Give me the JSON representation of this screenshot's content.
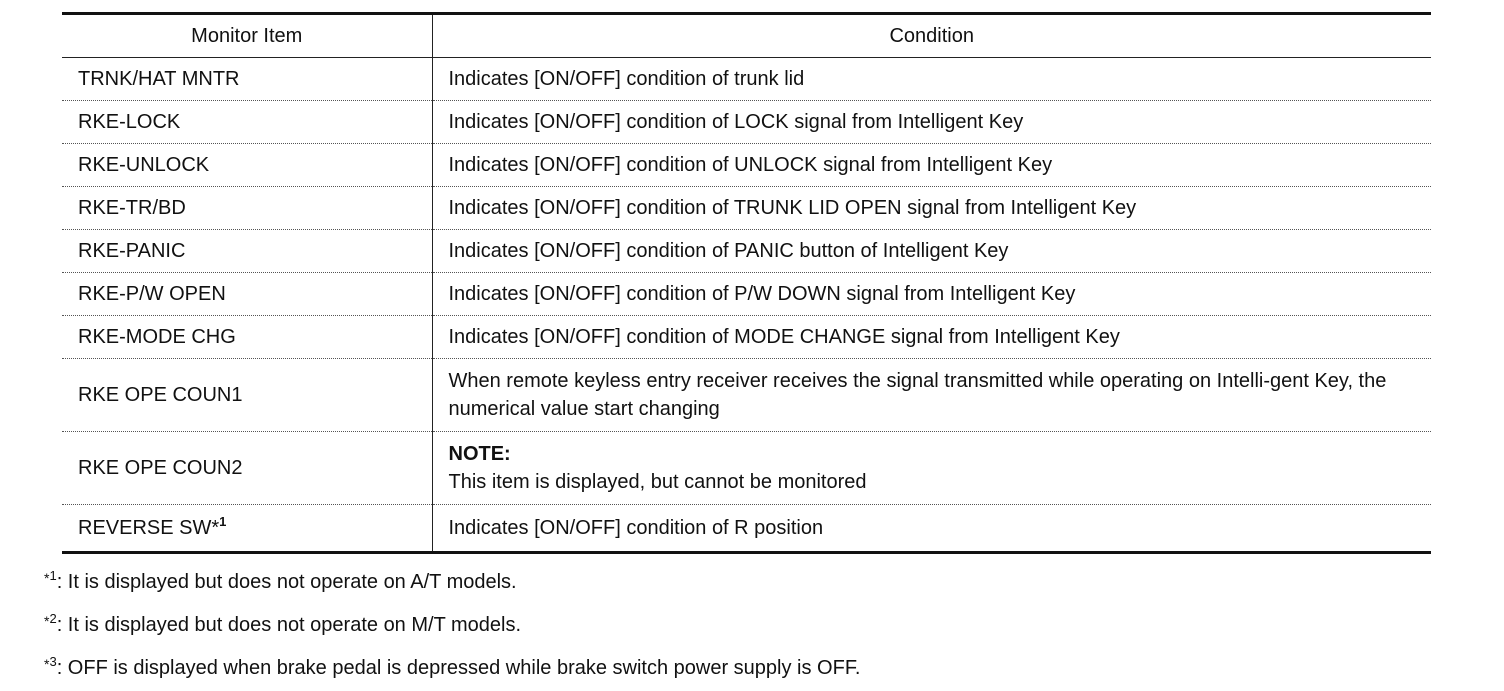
{
  "table": {
    "headers": {
      "item": "Monitor Item",
      "condition": "Condition"
    },
    "rows": [
      {
        "item": "TRNK/HAT MNTR",
        "condition": "Indicates [ON/OFF] condition of trunk lid"
      },
      {
        "item": "RKE-LOCK",
        "condition": "Indicates [ON/OFF] condition of LOCK signal from Intelligent Key"
      },
      {
        "item": "RKE-UNLOCK",
        "condition": "Indicates [ON/OFF] condition of UNLOCK signal from Intelligent Key"
      },
      {
        "item": "RKE-TR/BD",
        "condition": "Indicates [ON/OFF] condition of TRUNK LID OPEN signal from Intelligent Key"
      },
      {
        "item": "RKE-PANIC",
        "condition": "Indicates [ON/OFF] condition of PANIC button of Intelligent Key"
      },
      {
        "item": "RKE-P/W OPEN",
        "condition": "Indicates [ON/OFF] condition of P/W DOWN signal from Intelligent Key"
      },
      {
        "item": "RKE-MODE CHG",
        "condition": "Indicates [ON/OFF] condition of MODE CHANGE signal from Intelligent Key"
      },
      {
        "item": "RKE OPE COUN1",
        "condition": "When remote keyless entry receiver receives the signal transmitted while operating on Intelli-gent Key, the numerical value start changing"
      },
      {
        "item": "RKE OPE COUN2",
        "note_title": "NOTE:",
        "note_text": "This item is displayed, but cannot be monitored"
      },
      {
        "item": "REVERSE SW*",
        "item_mark": "1",
        "condition": "Indicates [ON/OFF] condition of R position"
      }
    ]
  },
  "footnotes": [
    {
      "star": "*",
      "num": "1",
      "text": ": It is displayed but does not operate on A/T models."
    },
    {
      "star": "*",
      "num": "2",
      "text": ": It is displayed but does not operate on M/T models."
    },
    {
      "star": "*",
      "num": "3",
      "text": ": OFF is displayed when brake pedal is depressed while brake switch power supply is OFF."
    }
  ]
}
